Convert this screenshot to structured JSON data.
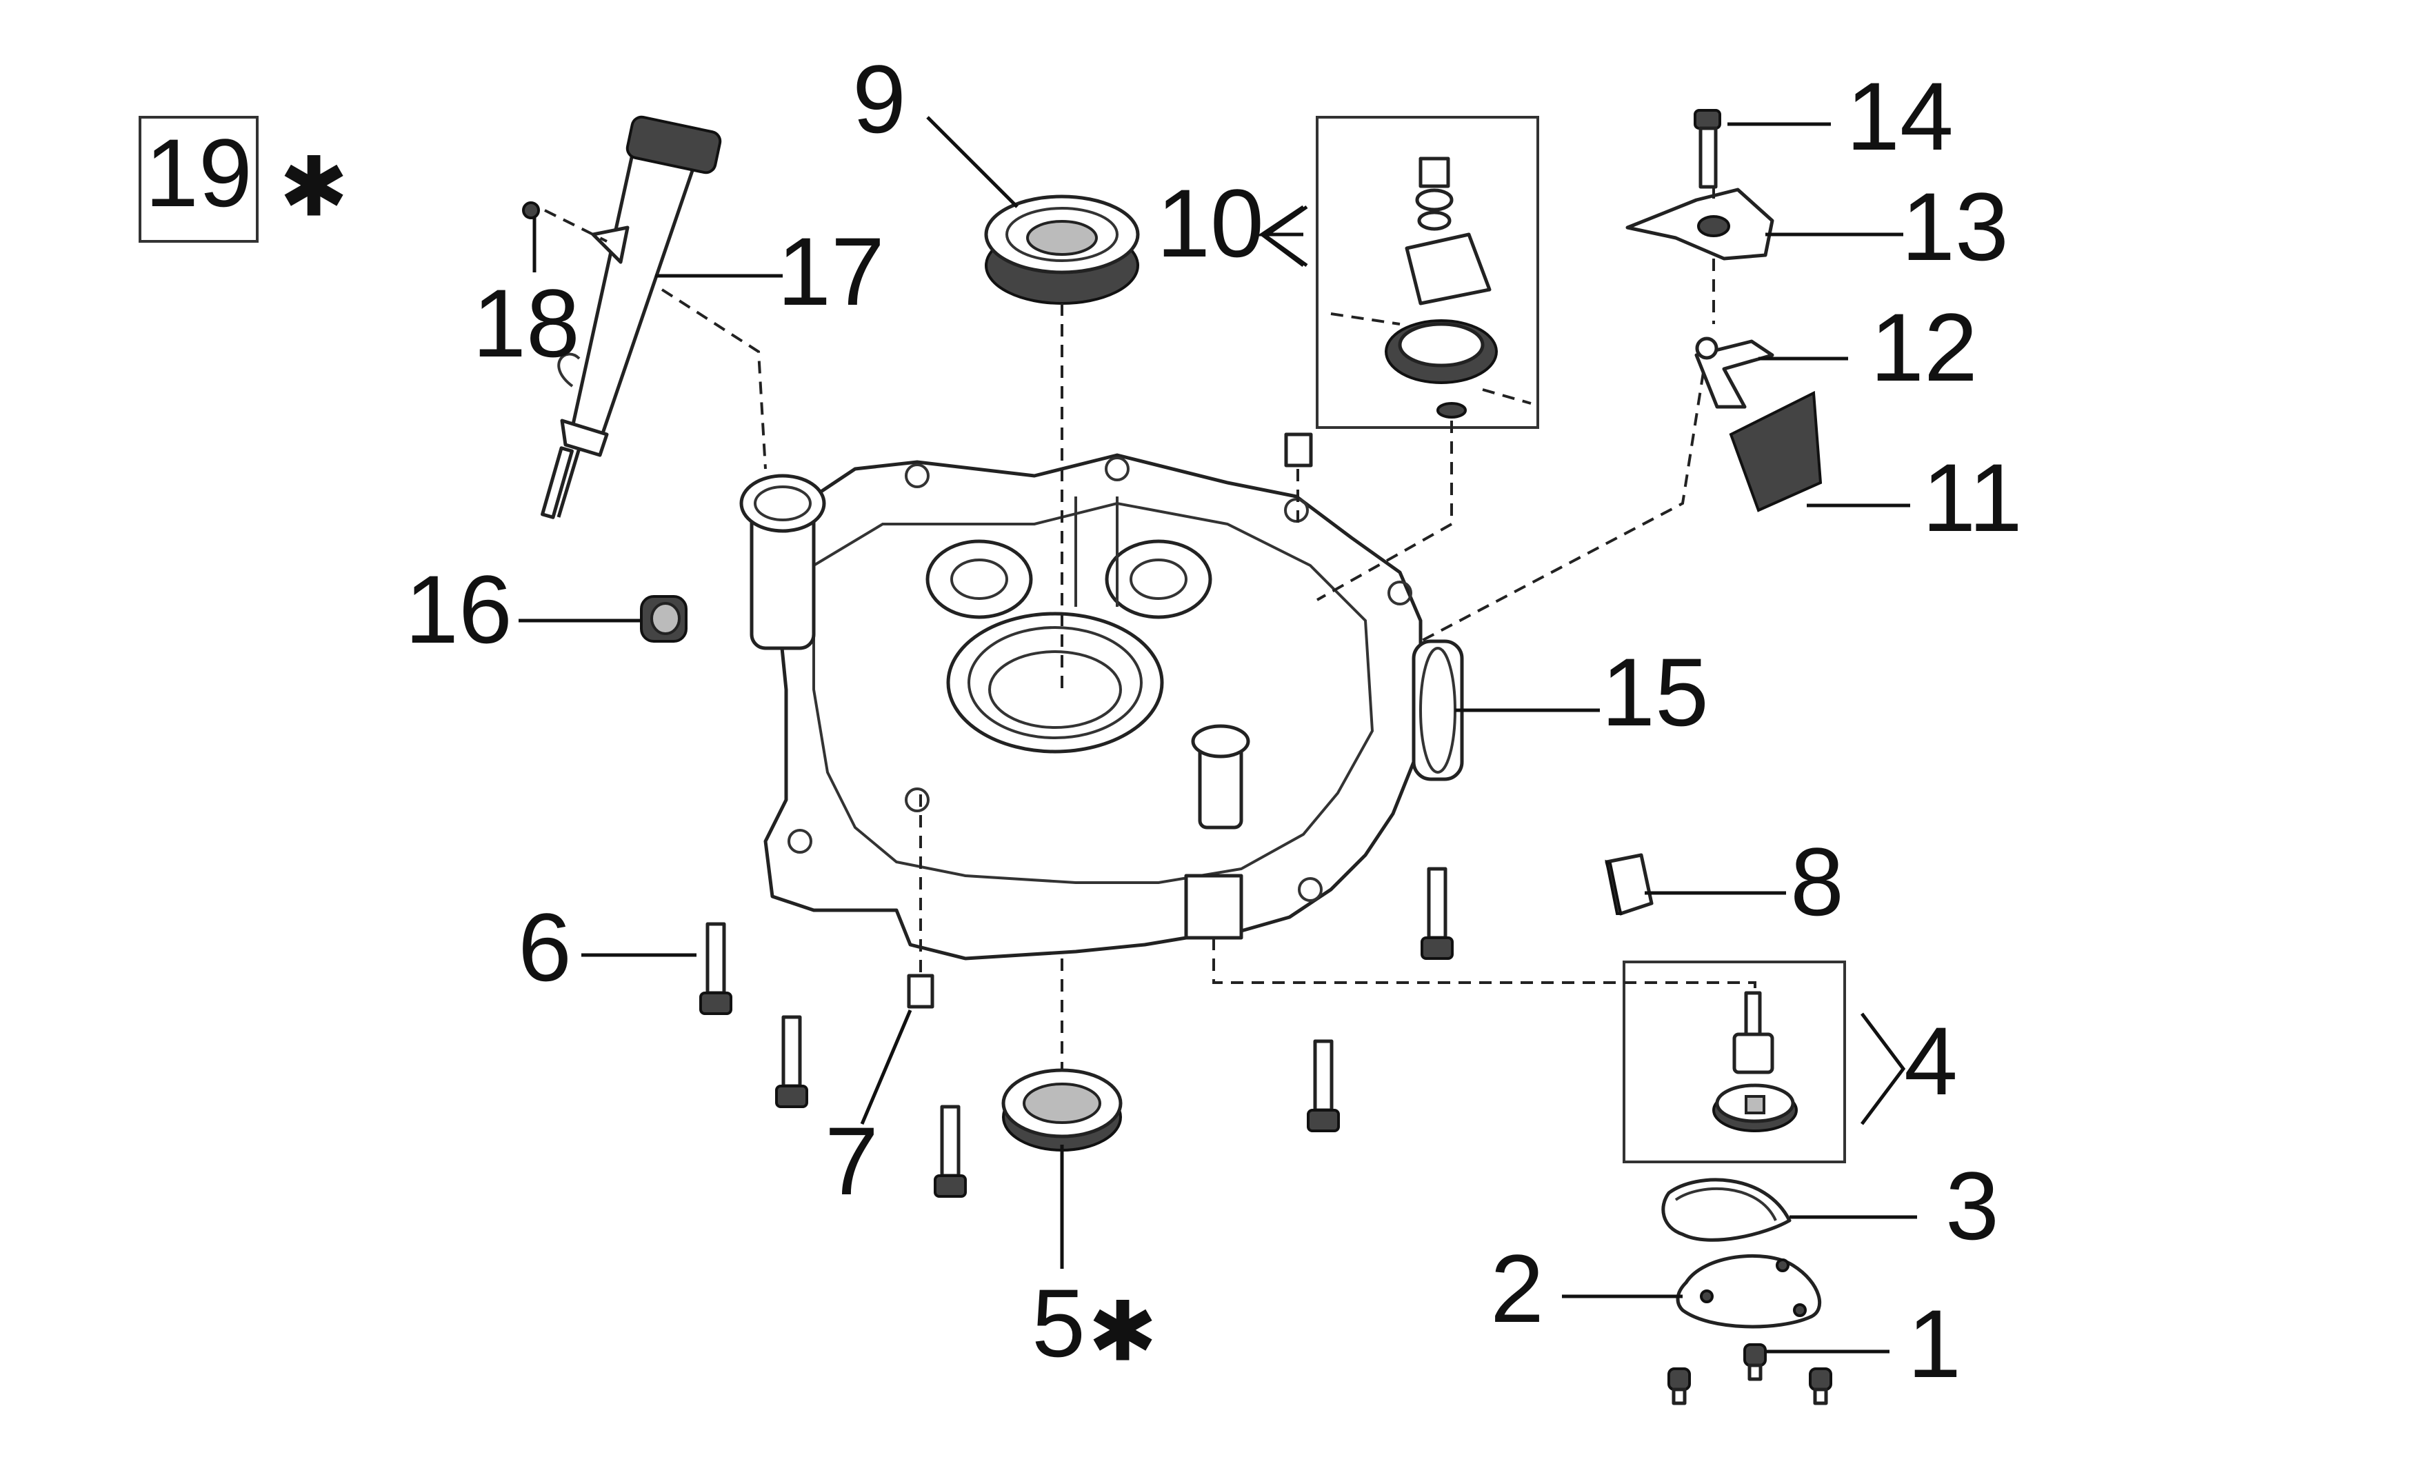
{
  "colors": {
    "ink": "#111111",
    "background": "#ffffff",
    "shading": "#444444"
  },
  "callouts": {
    "c1": "1",
    "c2": "2",
    "c3": "3",
    "c4": "4",
    "c5": "5",
    "c6": "6",
    "c7": "7",
    "c8": "8",
    "c9": "9",
    "c10": "10",
    "c11": "11",
    "c12": "12",
    "c13": "13",
    "c14": "14",
    "c15": "15",
    "c16": "16",
    "c17": "17",
    "c18": "18",
    "c19": "19"
  },
  "marks": {
    "asterisk": "✱"
  }
}
